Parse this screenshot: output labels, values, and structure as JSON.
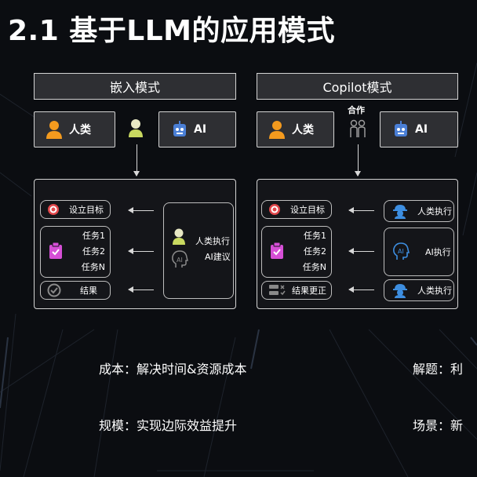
{
  "title": "2.1 基于LLM的应用模式",
  "embed": {
    "header": "嵌入模式",
    "human": "人类",
    "ai": "AI",
    "goal": "设立目标",
    "tasks": [
      "任务1",
      "任务2",
      "任务N"
    ],
    "result": "结果",
    "actor_top": "人类执行",
    "actor_bottom": "AI建议"
  },
  "copilot": {
    "header": "Copilot模式",
    "human": "人类",
    "ai": "AI",
    "coop": "合作",
    "goal": "设立目标",
    "tasks": [
      "任务1",
      "任务2",
      "任务N"
    ],
    "result": "结果更正",
    "exec_top": "人类执行",
    "exec_mid": "AI执行",
    "exec_bottom": "人类执行"
  },
  "bottom": {
    "cost": "成本：解决时间&资源成本",
    "scale": "规模：实现边际效益提升",
    "solve": "解题：利",
    "scene": "场景：新"
  },
  "colors": {
    "human_orange": "#f39a1e",
    "ai_blue": "#4a7fd6",
    "target_red": "#e2474b",
    "task_magenta": "#d64fd6",
    "helmet_blue": "#3d8ee0",
    "check_gray": "#8a8a8a"
  }
}
